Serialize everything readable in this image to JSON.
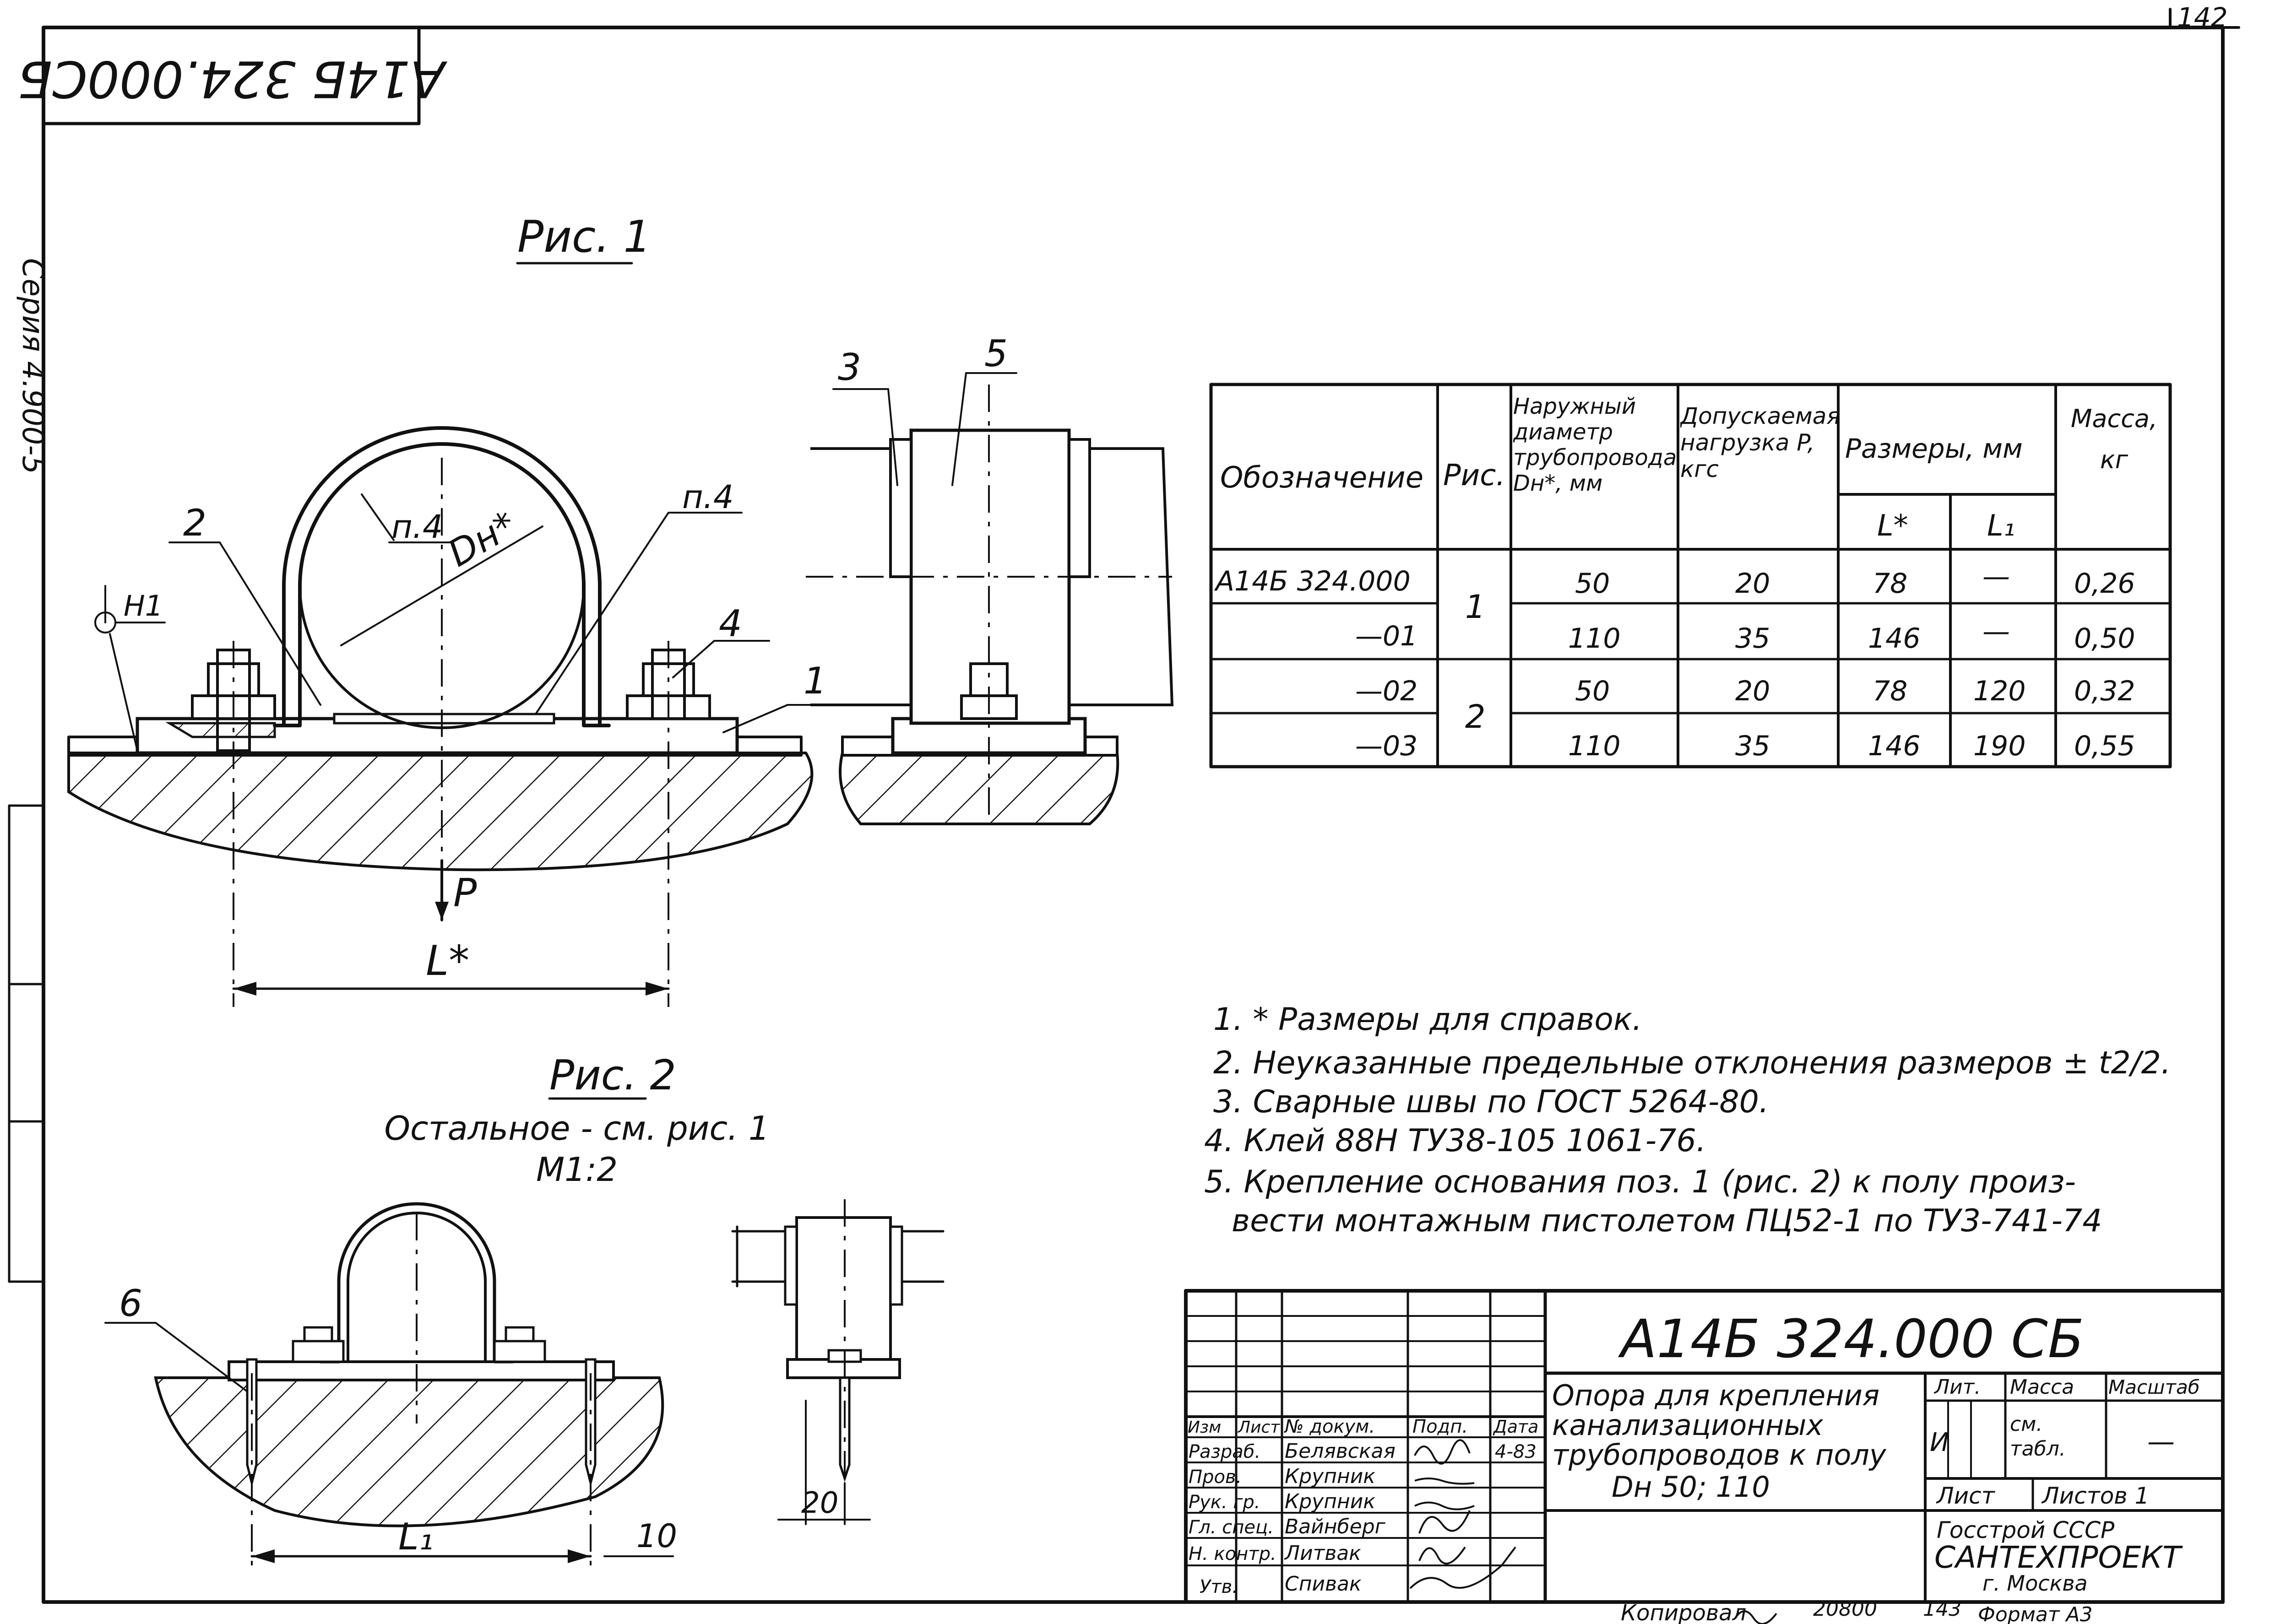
{
  "sheet": {
    "page_number": "142",
    "code_rotated": "А14Б 324.000СБ",
    "left_stamp": "Серия 4.900-5",
    "copied_by": "Копировал",
    "copy_order": "20800",
    "copy_sheet": "143",
    "format": "Формат А3"
  },
  "figures": {
    "fig1_title": "Рис. 1",
    "fig2_title": "Рис. 2",
    "fig2_note": "Остальное - см. рис. 1",
    "fig2_scale": "М1:2",
    "dim_dn": "Dн*",
    "dim_p4_a": "п.4",
    "dim_p4_b": "п.4",
    "dim_h1": "Н1",
    "load_p": "P",
    "dim_l": "L*",
    "dim_l1": "L₁",
    "dim_10": "10",
    "dim_20": "20",
    "callouts": {
      "c1": "1",
      "c2": "2",
      "c3": "3",
      "c4": "4",
      "c5": "5",
      "c6": "6"
    }
  },
  "table": {
    "headers": {
      "designation": "Обозначение",
      "fig": "Рис.",
      "outer_diameter": "Наружный диаметр трубопровода Dн*, мм",
      "load": "Допускаемая нагрузка P, кгс",
      "dimensions": "Размеры, мм",
      "l": "L*",
      "l1": "L₁",
      "mass": "Масса, кг"
    },
    "rows": [
      {
        "designation": "А14Б 324.000",
        "fig": "1",
        "dn": "50",
        "load": "20",
        "l": "78",
        "l1": "—",
        "mass": "0,26"
      },
      {
        "designation": "—01",
        "fig": "",
        "dn": "110",
        "load": "35",
        "l": "146",
        "l1": "—",
        "mass": "0,50"
      },
      {
        "designation": "—02",
        "fig": "2",
        "dn": "50",
        "load": "20",
        "l": "78",
        "l1": "120",
        "mass": "0,32"
      },
      {
        "designation": "—03",
        "fig": "",
        "dn": "110",
        "load": "35",
        "l": "146",
        "l1": "190",
        "mass": "0,55"
      }
    ]
  },
  "notes": [
    "1. * Размеры для справок.",
    "2. Неуказанные предельные отклонения размеров ± t2/2.",
    "3. Сварные швы по ГОСТ 5264-80.",
    "4. Клей 88Н ТУ38-105 1061-76.",
    "5. Крепление основания поз. 1 (рис. 2) к полу произ-",
    "вести монтажным пистолетом ПЦ52-1 по ТУ3-741-74"
  ],
  "title_block": {
    "doc_code": "А14Б 324.000 СБ",
    "title_lines": [
      "Опора для крепления",
      "канализационных",
      "трубопроводов к полу",
      "Dн 50; 110"
    ],
    "headers": {
      "izm": "Изм",
      "list": "Лист",
      "doc_no": "№ докум.",
      "sign": "Подп.",
      "date": "Дата"
    },
    "date_value": "4-83",
    "roles": [
      {
        "role": "Разраб.",
        "name": "Белявская"
      },
      {
        "role": "Пров.",
        "name": "Крупник"
      },
      {
        "role": "Рук. гр.",
        "name": "Крупник"
      },
      {
        "role": "Гл. спец.",
        "name": "Вайнберг"
      },
      {
        "role": "Н. контр.",
        "name": "Литвак"
      },
      {
        "role": "Утв.",
        "name": "Спивак"
      }
    ],
    "lit_label": "Лит.",
    "lit_value": "И",
    "mass_label": "Масса",
    "mass_value": "см. табл.",
    "scale_label": "Масштаб",
    "scale_value": "—",
    "sheet_label": "Лист",
    "sheets_label": "Листов 1",
    "org_line1": "Госстрой СССР",
    "org_line2": "САНТЕХПРОЕКТ",
    "org_line3": "г. Москва"
  }
}
